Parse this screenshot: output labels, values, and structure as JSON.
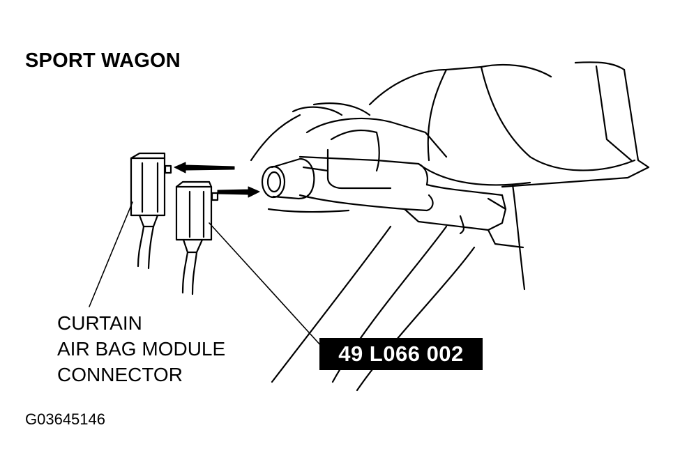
{
  "title": "SPORT WAGON",
  "callout": {
    "lines": [
      "CURTAIN",
      "AIR BAG MODULE",
      "CONNECTOR"
    ]
  },
  "part_number": "49 L066 002",
  "figure_id": "G03645146"
}
